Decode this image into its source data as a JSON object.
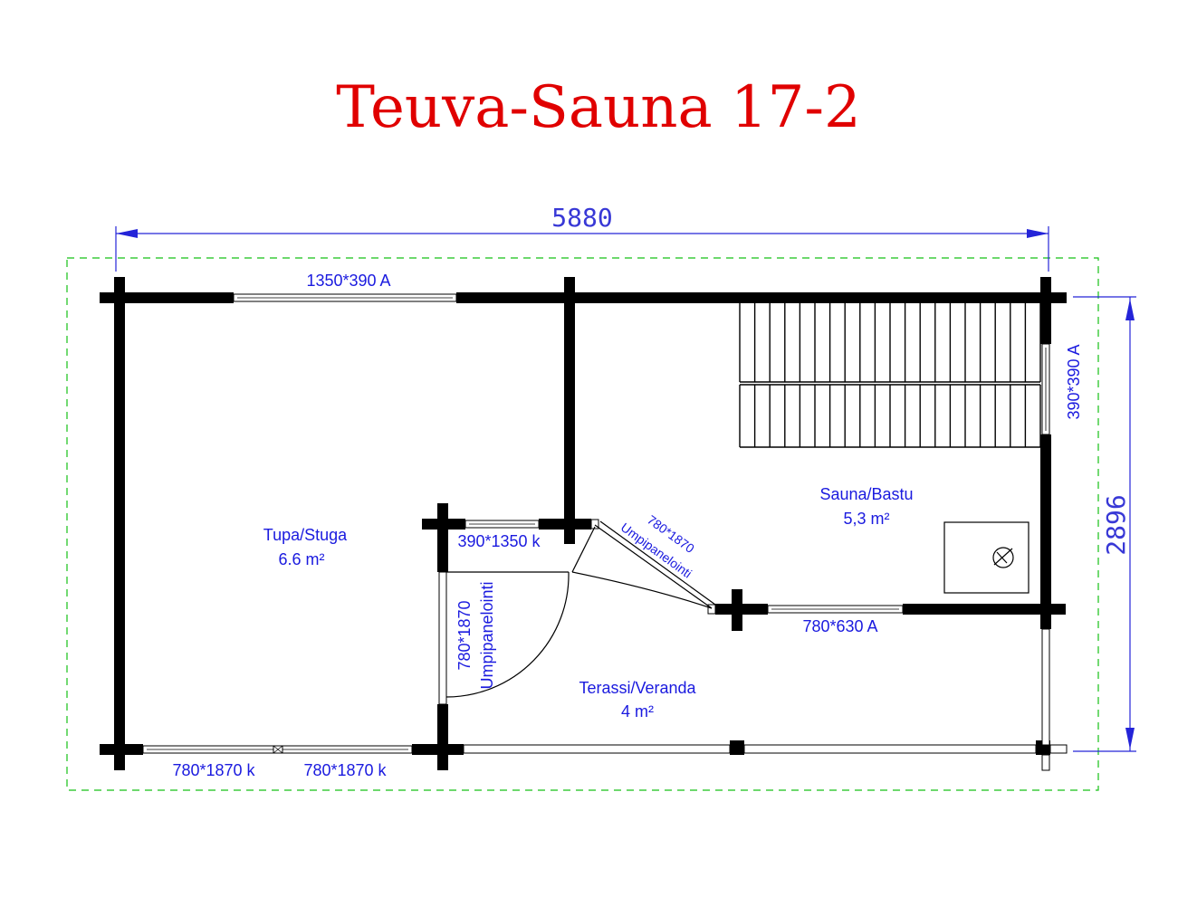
{
  "title": "Teuva-Sauna 17-2",
  "dimensions": {
    "width": "5880",
    "depth": "2896"
  },
  "rooms": {
    "tupa": {
      "name": "Tupa/Stuga",
      "area": "6.6 m²"
    },
    "sauna": {
      "name": "Sauna/Bastu",
      "area": "5,3 m²"
    },
    "terassi": {
      "name": "Terassi/Veranda",
      "area": "4 m²"
    }
  },
  "openings": {
    "window_top": "1350*390 A",
    "window_right": "390*390 A",
    "window_inner": "390*1350 k",
    "window_sauna_front": "780*630 A",
    "door_front_left": "780*1870 k",
    "door_front_right": "780*1870 k",
    "door_sauna_size": "780*1870",
    "door_sauna_type": "Umpipanelointi",
    "door_tupa_size": "780*1870",
    "door_tupa_type": "Umpipanelointi"
  },
  "colors": {
    "title": "#e00000",
    "labels": "#1a1adf",
    "outline": "#16c016",
    "walls": "#000000"
  }
}
